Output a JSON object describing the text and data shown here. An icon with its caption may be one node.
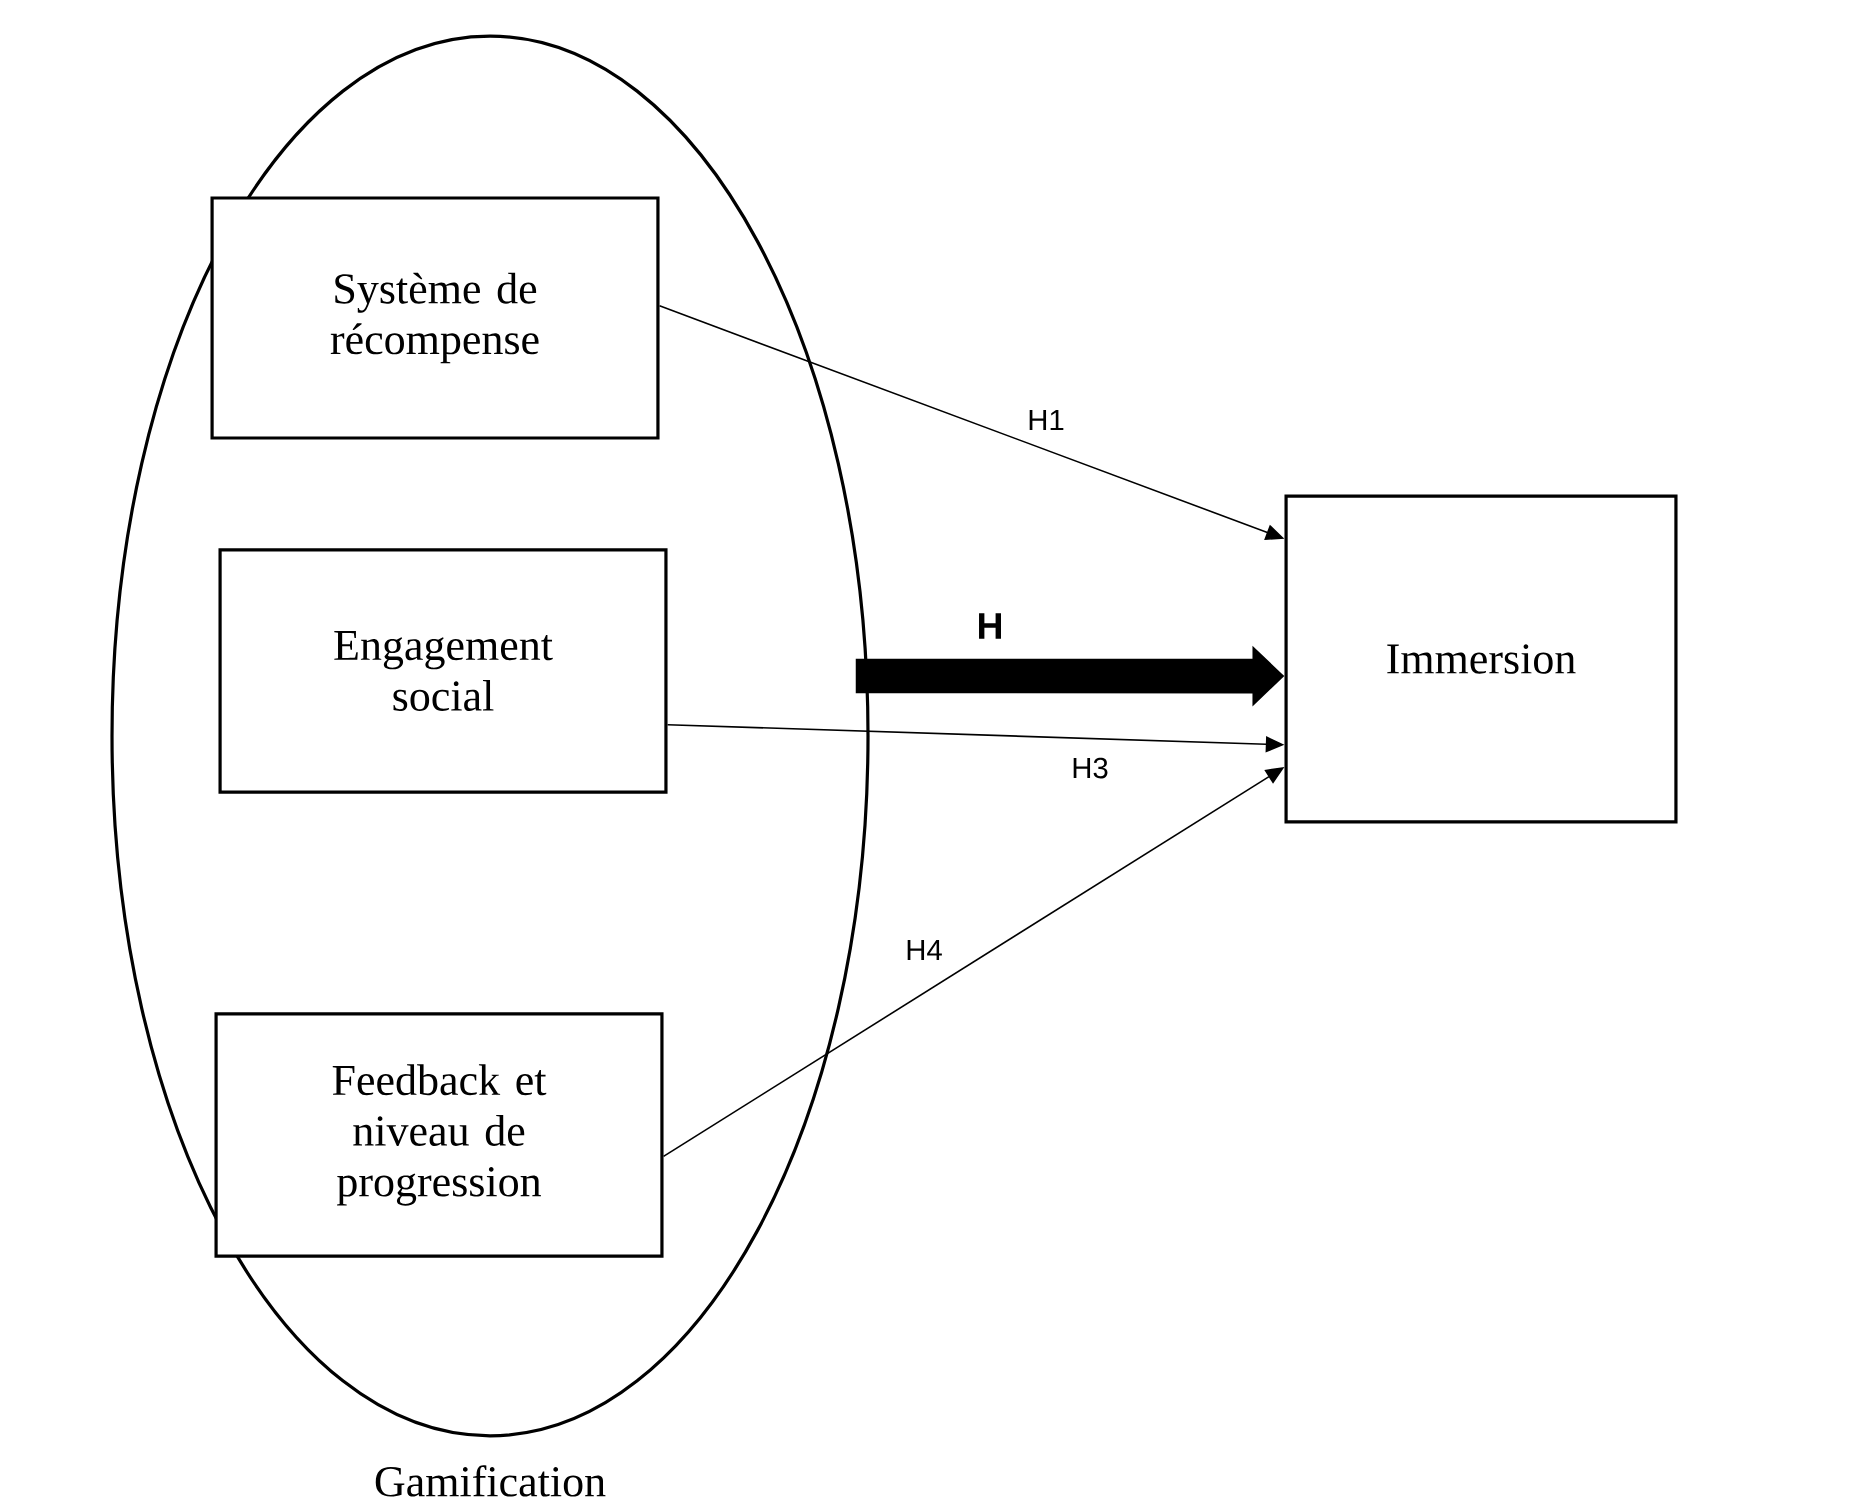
{
  "diagram": {
    "nodes": [
      {
        "text": [
          "Gamification"
        ]
      },
      {
        "text": [
          "Système de récompense"
        ],
        "in": 0
      },
      {
        "text": [
          "Engagement social"
        ],
        "in": 0
      },
      {
        "text": [
          "Feedback et niveau de progression"
        ],
        "in": 0
      },
      {
        "text": [
          "Immersion"
        ]
      }
    ],
    "edges": [
      {
        "from": 1,
        "to": 4,
        "arrow": "to",
        "label": "H1"
      },
      {
        "from": 0,
        "to": 4,
        "arrow": "to",
        "label": "H",
        "style": "thick"
      },
      {
        "from": 2,
        "to": 4,
        "arrow": "to",
        "label": "H3"
      },
      {
        "from": 3,
        "to": 4,
        "arrow": "to",
        "label": "H4"
      }
    ]
  }
}
